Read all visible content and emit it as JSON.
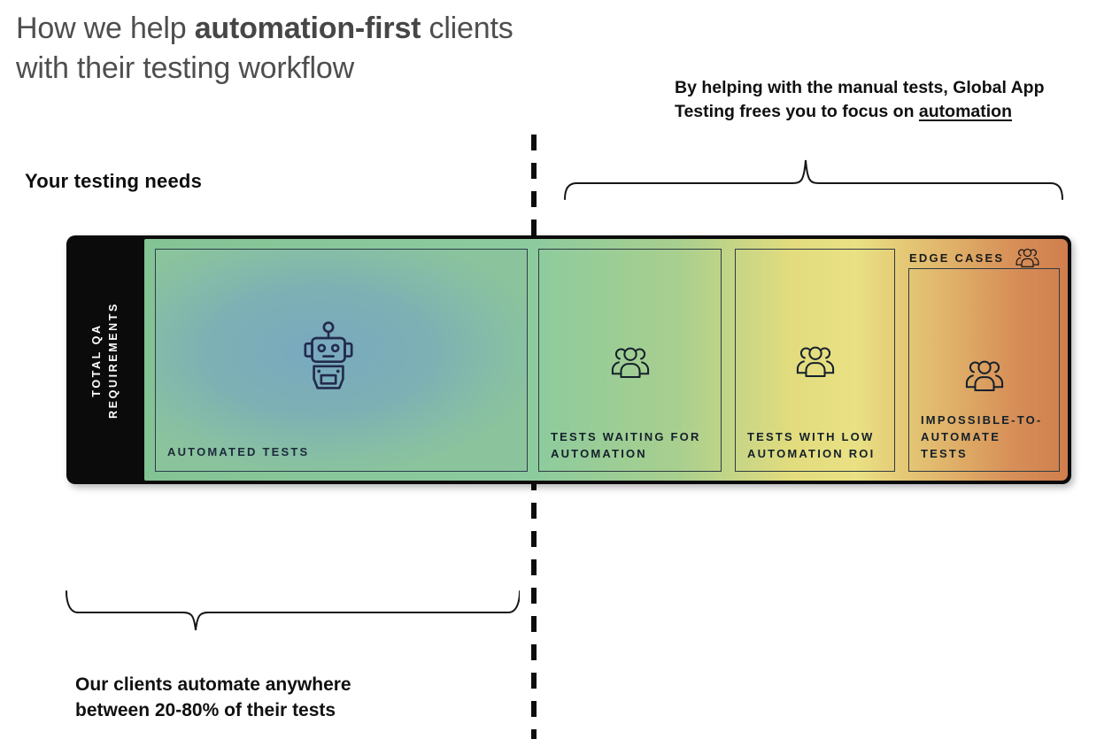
{
  "title": {
    "prefix": "How we help ",
    "emphasis": "automation-first",
    "suffix": " clients",
    "line2": "with their testing workflow"
  },
  "top_annotation": {
    "line1": "By helping with the manual tests, Global App",
    "line2": "Testing frees you to focus on ",
    "underlined": "automation"
  },
  "left_heading": "Your testing needs",
  "bottom_annotation": {
    "line1": "Our clients automate anywhere",
    "line2": "between 20-80% of their tests"
  },
  "bar": {
    "side_label": "TOTAL QA REQUIREMENTS",
    "edge_cases_label": "EDGE CASES",
    "segments": [
      {
        "label": "AUTOMATED TESTS",
        "icon": "robot-icon"
      },
      {
        "label": "TESTS WAITING FOR AUTOMATION",
        "icon": "people-group-icon"
      },
      {
        "label": "TESTS WITH LOW AUTOMATION ROI",
        "icon": "people-group-icon"
      },
      {
        "label": "IMPOSSIBLE-TO-AUTOMATE TESTS",
        "icon": "people-group-icon"
      }
    ]
  },
  "colors": {
    "title_gray": "#4e4e4e",
    "text_black": "#101010",
    "bar_black": "#0b0b0b",
    "gradient_green": "#83c394",
    "gradient_yellow": "#e9e184",
    "gradient_orange": "#d07e4d",
    "automated_box_blue": "#79a9c0",
    "icon_navy": "#232b4d",
    "icon_dark": "#15202b",
    "side_label_white": "#ffffff"
  }
}
